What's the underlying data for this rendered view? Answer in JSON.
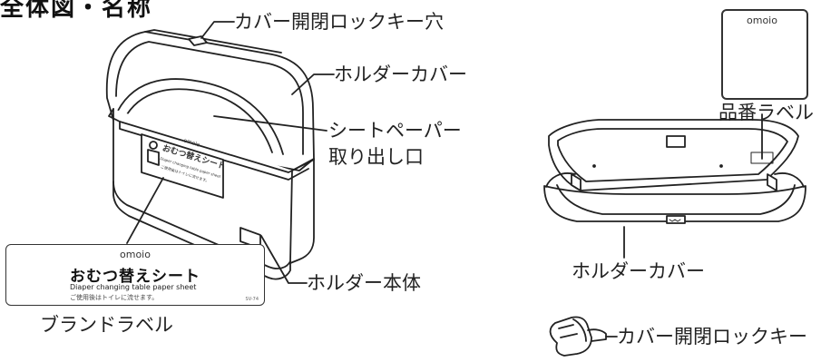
{
  "title": "全体図・名称",
  "labels": {
    "lock_hole": "カバー開閉ロックキー穴",
    "holder_cover_top": "ホルダーカバー",
    "sheet_outlet_1": "シートペーパー",
    "sheet_outlet_2": "取り出し口",
    "holder_body": "ホルダー本体",
    "brand_label": "ブランドラベル",
    "product_label": "品番ラベル",
    "holder_cover_right": "ホルダーカバー",
    "lock_key": "カバー開閉ロックキー"
  },
  "brand_card": {
    "logo": "omoio",
    "title": "おむつ替えシート",
    "subtitle": "Diaper changing table paper sheet",
    "note": "ご使用後はトイレに流せます。",
    "code": "SV-74"
  },
  "product_card": {
    "logo": "omoio"
  },
  "device_label": {
    "logo": "omoio",
    "title": "おむつ替えシート",
    "subtitle": "Diaper changing table paper sheet",
    "note": "ご使用後はトイレに流せます。"
  }
}
